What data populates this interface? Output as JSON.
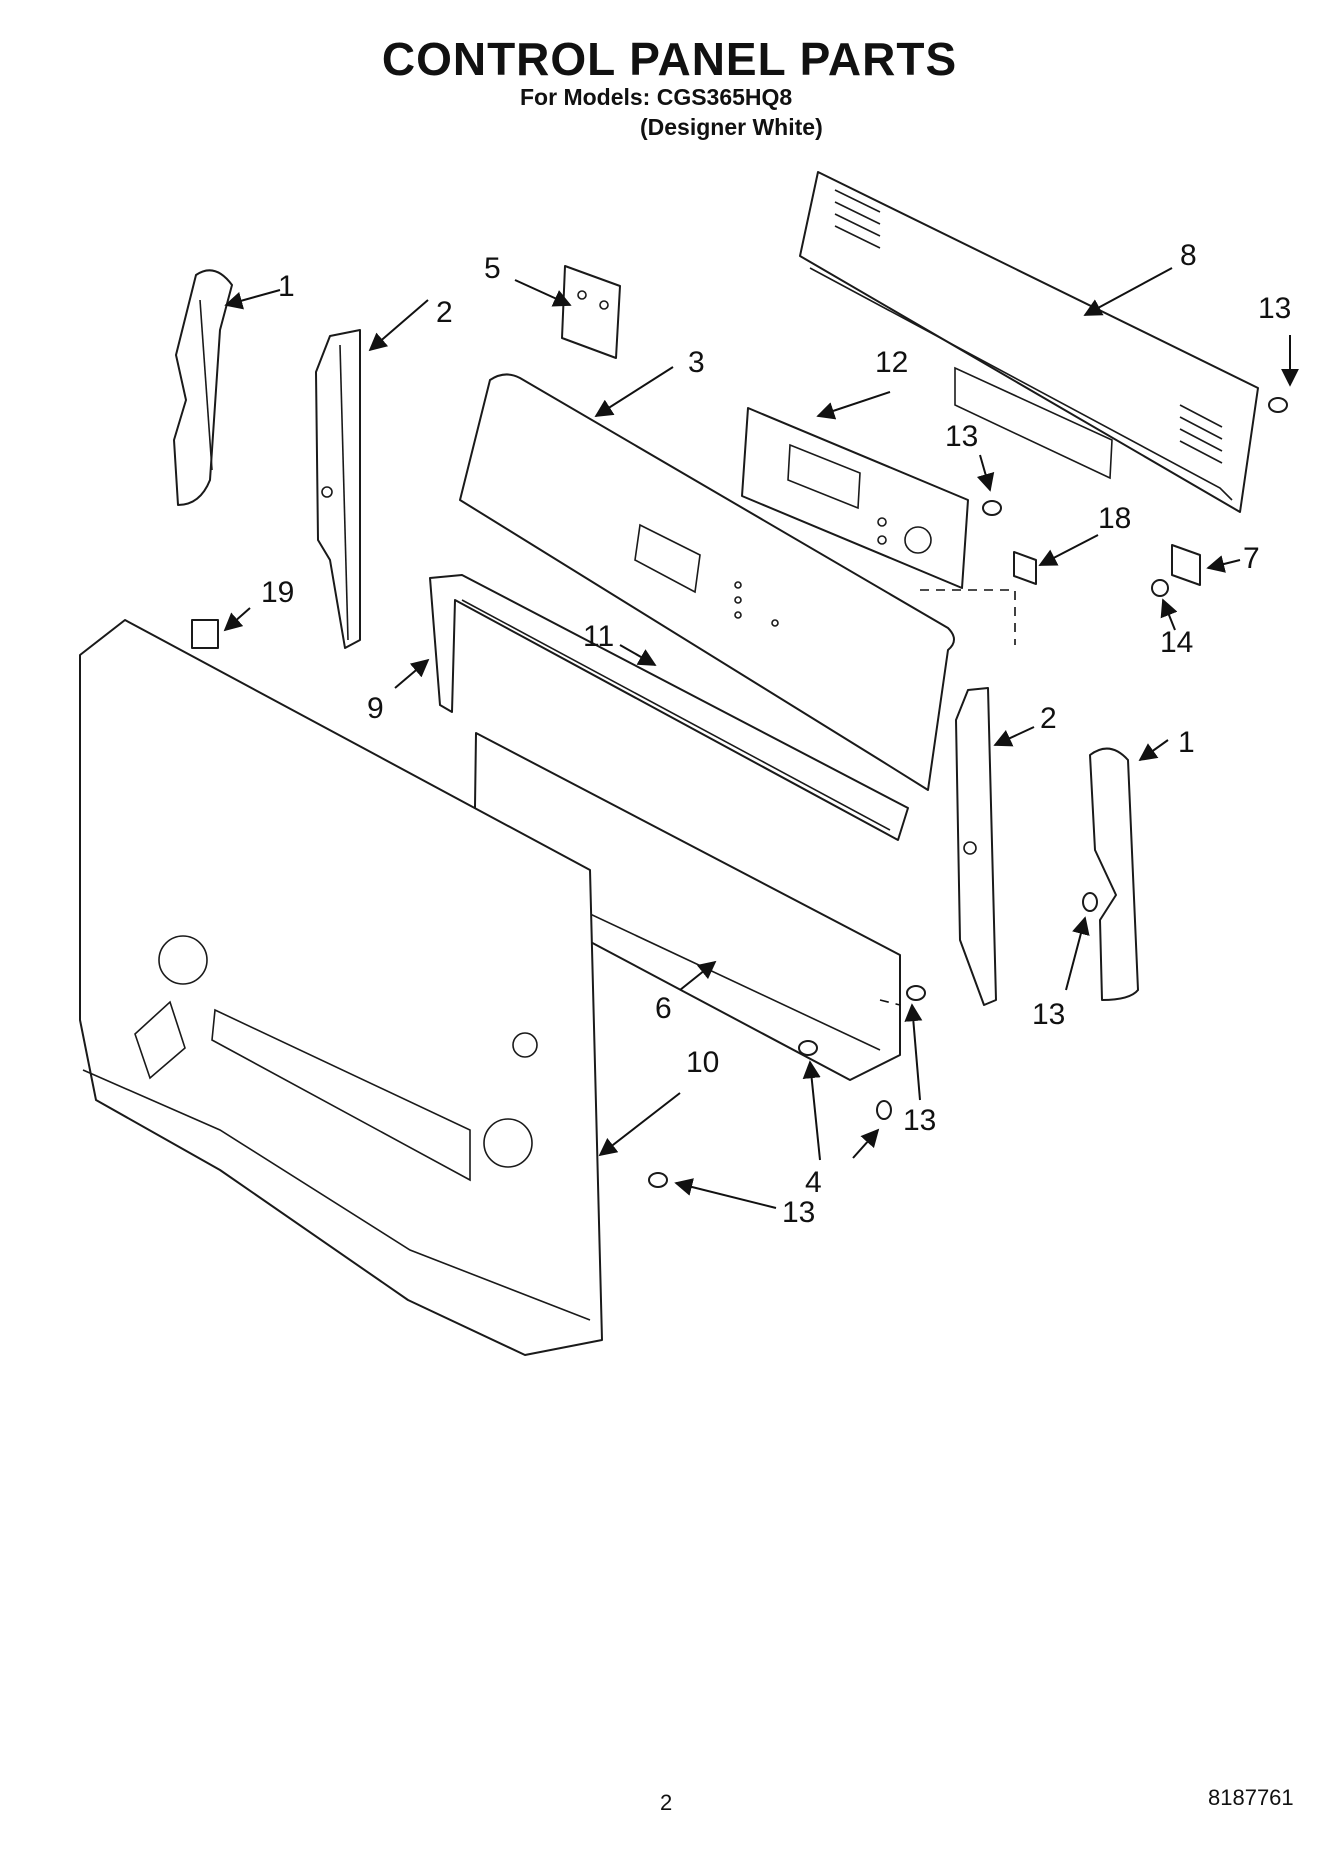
{
  "header": {
    "title": "CONTROL PANEL PARTS",
    "models_line": "For Models: CGS365HQ8",
    "variant": "(Designer White)"
  },
  "callouts": [
    {
      "id": "c1a",
      "label": "1"
    },
    {
      "id": "c1b",
      "label": "1"
    },
    {
      "id": "c2a",
      "label": "2"
    },
    {
      "id": "c2b",
      "label": "2"
    },
    {
      "id": "c3",
      "label": "3"
    },
    {
      "id": "c4",
      "label": "4"
    },
    {
      "id": "c5",
      "label": "5"
    },
    {
      "id": "c6",
      "label": "6"
    },
    {
      "id": "c7",
      "label": "7"
    },
    {
      "id": "c8",
      "label": "8"
    },
    {
      "id": "c9",
      "label": "9"
    },
    {
      "id": "c10",
      "label": "10"
    },
    {
      "id": "c11",
      "label": "11"
    },
    {
      "id": "c12",
      "label": "12"
    },
    {
      "id": "c13a",
      "label": "13"
    },
    {
      "id": "c13b",
      "label": "13"
    },
    {
      "id": "c13c",
      "label": "13"
    },
    {
      "id": "c13d",
      "label": "13"
    },
    {
      "id": "c13e",
      "label": "13"
    },
    {
      "id": "c14",
      "label": "14"
    },
    {
      "id": "c18",
      "label": "18"
    },
    {
      "id": "c19",
      "label": "19"
    }
  ],
  "footer": {
    "page_number": "2",
    "document_number": "8187761"
  }
}
